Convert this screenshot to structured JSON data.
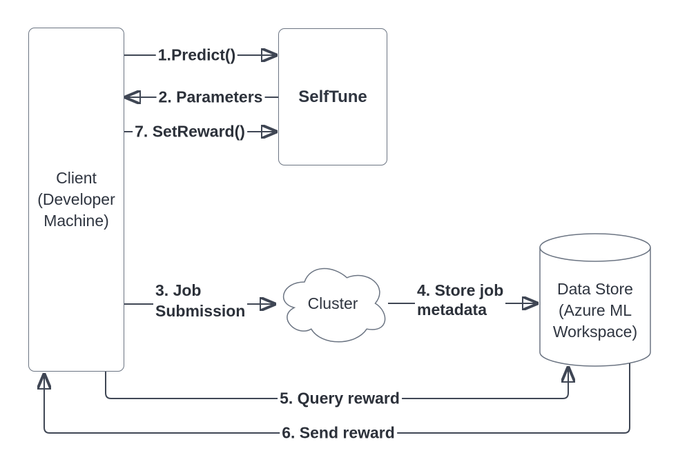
{
  "diagram": {
    "background": "#ffffff",
    "colors": {
      "connector": "#3f4654",
      "shape_border": "#6b7482",
      "shape_fill": "#ffffff",
      "text": "#2f3540"
    }
  },
  "nodes": {
    "client": {
      "label": "Client (Developer Machine)"
    },
    "selftune": {
      "label": "SelfTune"
    },
    "cluster": {
      "label": "Cluster"
    },
    "datastore": {
      "label": "Data Store (Azure ML Workspace)"
    }
  },
  "edges": {
    "predict": {
      "label": "1.Predict()",
      "from": "client",
      "to": "selftune"
    },
    "parameters": {
      "label": "2. Parameters",
      "from": "selftune",
      "to": "client"
    },
    "job_submission": {
      "line1": "3. Job",
      "line2": "Submission",
      "from": "client",
      "to": "cluster"
    },
    "store_metadata": {
      "line1": "4. Store job",
      "line2": "metadata",
      "from": "cluster",
      "to": "datastore"
    },
    "query_reward": {
      "label": "5. Query reward",
      "from": "client",
      "to": "datastore"
    },
    "send_reward": {
      "label": "6. Send reward",
      "from": "datastore",
      "to": "client"
    },
    "setreward": {
      "label": "7. SetReward()",
      "from": "client",
      "to": "selftune"
    }
  }
}
